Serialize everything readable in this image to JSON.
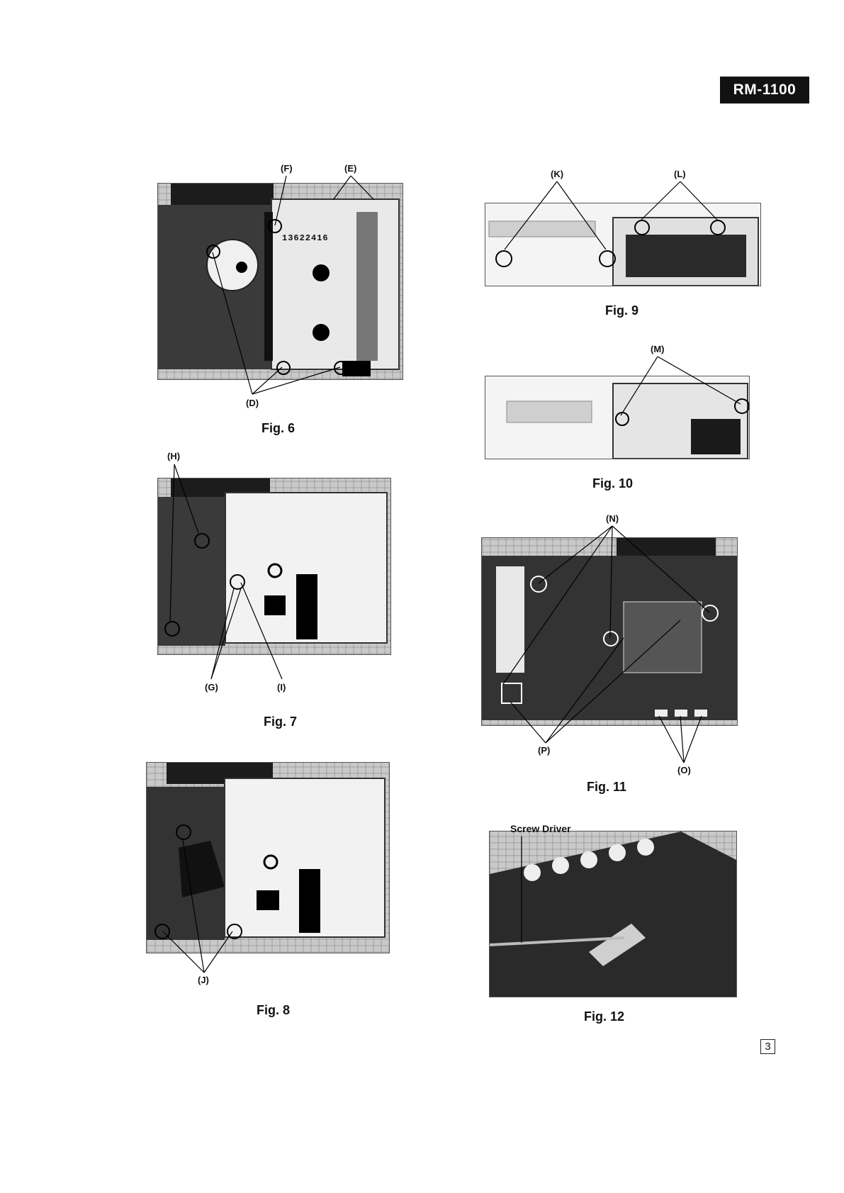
{
  "header": {
    "model": "RM-1100"
  },
  "figures": [
    {
      "caption": "Fig. 6",
      "callouts": [
        "(F)",
        "(E)",
        "(D)"
      ],
      "stamp": "13622416"
    },
    {
      "caption": "Fig. 7",
      "callouts": [
        "(H)",
        "(G)",
        "(I)"
      ]
    },
    {
      "caption": "Fig. 8",
      "callouts": [
        "(J)"
      ]
    },
    {
      "caption": "Fig. 9",
      "callouts": [
        "(K)",
        "(L)"
      ]
    },
    {
      "caption": "Fig. 10",
      "callouts": [
        "(M)"
      ]
    },
    {
      "caption": "Fig. 11",
      "callouts": [
        "(N)",
        "(P)",
        "(O)"
      ]
    },
    {
      "caption": "Fig. 12",
      "callouts": [
        "Screw Driver"
      ]
    }
  ],
  "footer": {
    "page_number": "3"
  }
}
